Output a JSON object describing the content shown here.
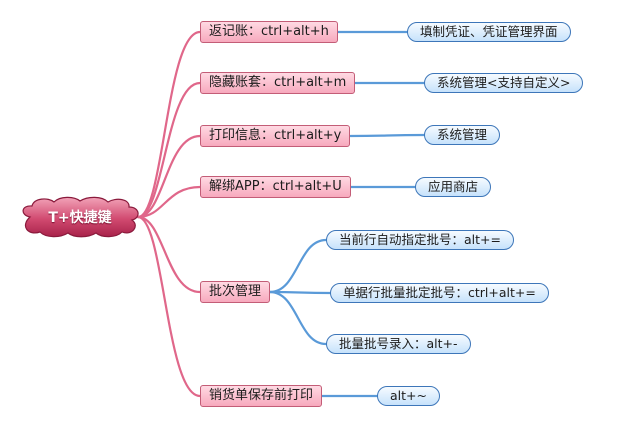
{
  "root": {
    "label": "T+快捷键"
  },
  "branches": [
    {
      "label": "返记账：ctrl+alt+h",
      "children": [
        "填制凭证、凭证管理界面"
      ]
    },
    {
      "label": "隐藏账套：ctrl+alt+m",
      "children": [
        "系统管理<支持自定义>"
      ]
    },
    {
      "label": "打印信息：ctrl+alt+y",
      "children": [
        "系统管理"
      ]
    },
    {
      "label": "解绑APP：ctrl+alt+U",
      "children": [
        "应用商店"
      ]
    },
    {
      "label": "批次管理",
      "children": [
        "当前行自动指定批号：alt+=",
        "单据行批量批定批号：ctrl+alt+=",
        "批量批号录入：alt+-"
      ]
    },
    {
      "label": "销货单保存前打印",
      "children": [
        "alt+~"
      ]
    }
  ],
  "colors": {
    "branch_link": "#e0678a",
    "leaf_link": "#5a9ad8",
    "root_fill": "#c9355f"
  }
}
